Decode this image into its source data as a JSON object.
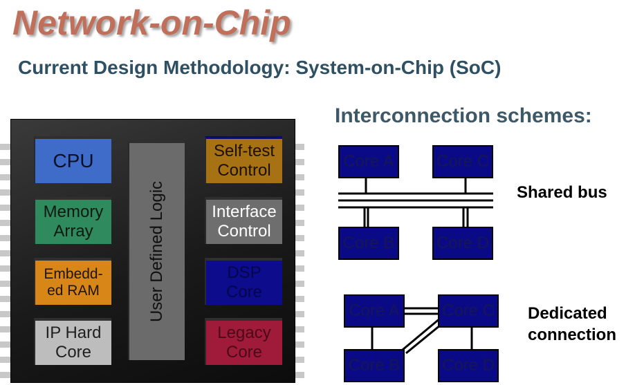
{
  "header": {
    "title": "Network-on-Chip",
    "subtitle": "Current Design Methodology: System-on-Chip (SoC)"
  },
  "chip": {
    "blocks": {
      "cpu": "CPU",
      "memory": [
        "Memory",
        "Array"
      ],
      "ram": [
        "Embedd-",
        "ed RAM"
      ],
      "ip_hard": [
        "IP Hard",
        "Core"
      ],
      "udl": "User Defined Logic",
      "self_test": [
        "Self-test",
        "Control"
      ],
      "interface": [
        "Interface",
        "Control"
      ],
      "dsp": [
        "DSP",
        "Core"
      ],
      "legacy": [
        "Legacy",
        "Core"
      ]
    }
  },
  "interconnection": {
    "title": "Interconnection schemes:",
    "shared_bus": {
      "label": "Shared bus",
      "cores": [
        "Core A",
        "Core C",
        "Core B",
        "Core D"
      ]
    },
    "dedicated": {
      "label": [
        "Dedicated",
        "connection"
      ],
      "cores": [
        "Core A",
        "Core C",
        "Core B",
        "Core D"
      ]
    }
  },
  "colors": {
    "title": "#c0705a",
    "subtitle": "#2f4f62",
    "core_fill": "#0a0a86"
  }
}
